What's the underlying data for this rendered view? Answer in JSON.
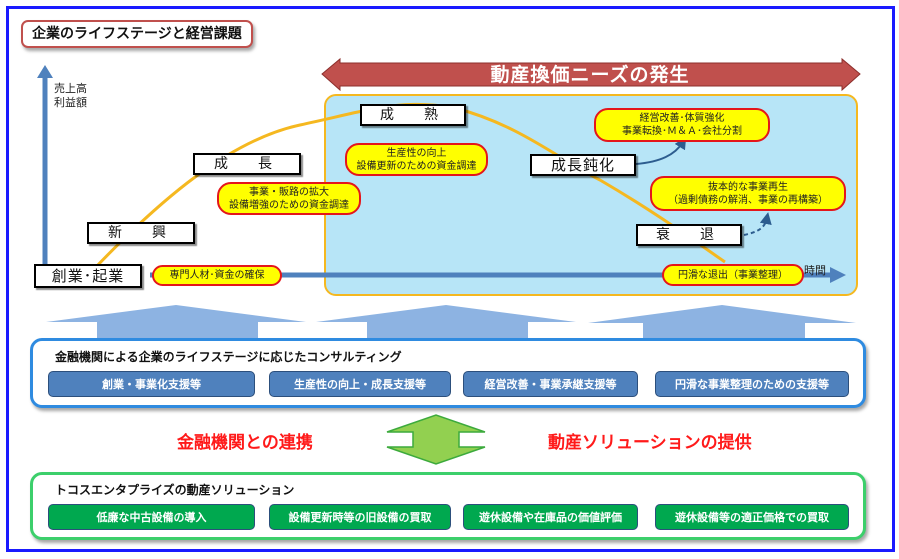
{
  "title": "企業のライフステージと経営課題",
  "axis": {
    "y_label_line1": "売上高",
    "y_label_line2": "利益額",
    "x_label": "時間"
  },
  "demand_banner": "動産換価ニーズの発生",
  "stages": {
    "founding": "創業･起業",
    "emerging": "新　興",
    "growth": "成　長",
    "mature": "成　熟",
    "slowdown": "成長鈍化",
    "decline": "衰　退"
  },
  "issues": {
    "founding": "専門人材･資金の確保",
    "growth_line1": "事業・販路の拡大",
    "growth_line2": "設備増強のための資金調達",
    "mature_line1": "生産性の向上",
    "mature_line2": "設備更新のための資金調達",
    "slowdown_line1": "経営改善･体質強化",
    "slowdown_line2": "事業転換･Ｍ＆Ａ･会社分割",
    "decline_line1": "抜本的な事業再生",
    "decline_line2": "（過剰債務の解消、事業の再構築）",
    "exit": "円滑な退出（事業整理）"
  },
  "consulting": {
    "title": "金融機関による企業のライフステージに応じたコンサルティング",
    "items": [
      "創業・事業化支援等",
      "生産性の向上・成長支援等",
      "経営改善・事業承継支援等",
      "円滑な事業整理のための支援等"
    ]
  },
  "link": {
    "left": "金融機関との連携",
    "right": "動産ソリューションの提供"
  },
  "solutions": {
    "title": "トコスエンタプライズの動産ソリューション",
    "items": [
      "低廉な中古設備の導入",
      "設備更新時等の旧設備の買取",
      "遊休設備や在庫品の価値評価",
      "遊休設備等の適正価格での買取"
    ]
  },
  "colors": {
    "frame": "#1a1aff",
    "banner": "#c0504d",
    "mature_zone": "#b7e5f7",
    "curve": "#f5b820",
    "axis": "#4f81bd",
    "bubble_fill": "#ffff00",
    "bubble_border": "#e4161b",
    "consult_pill": "#4f81bd",
    "solution_pill": "#00a84f",
    "link_text": "#ff1a1a",
    "link_arrow": "#92d050"
  }
}
